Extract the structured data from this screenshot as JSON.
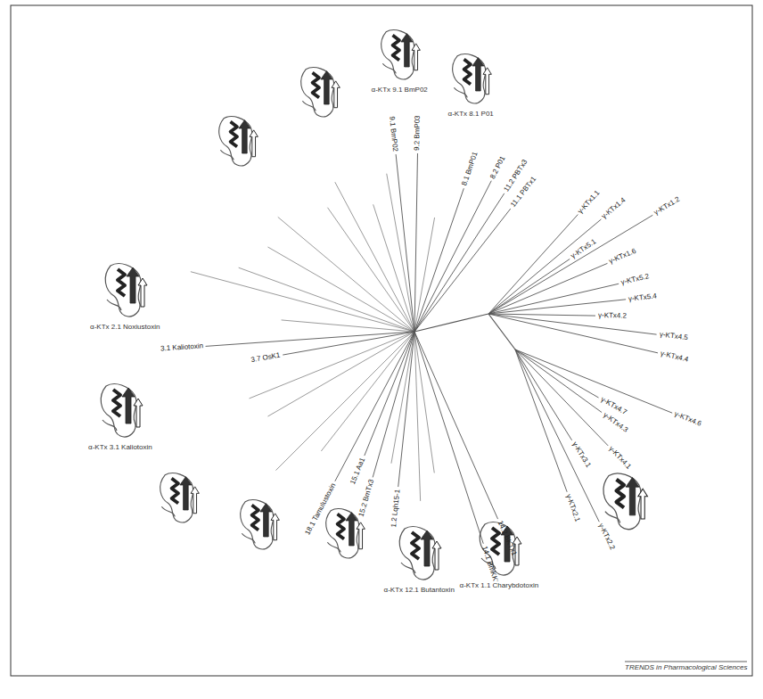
{
  "diagram": {
    "labels": [
      "γ-KTx1.1",
      "γ-KTx1.4",
      "γ-KTx1.2",
      "γ-KTx1.6",
      "γ-KTx5.1",
      "γ-KTx5.2",
      "γ-KTx5.4",
      "γ-KTx4.2",
      "γ-KTx4.5",
      "γ-KTx4.4",
      "γ-KTx4.6",
      "γ-KTx4.3",
      "γ-KTx4.7",
      "γ-KTx4.1",
      "γ-KTx3.1",
      "γ-KTx2.1",
      "γ-KTx2.2",
      "14.2 BKTx1",
      "14.1 BmKK1",
      "1.2 Lqh15-1",
      "15.1 Aa1",
      "15.2 BmTx3",
      "18.1 Tamulustoxin",
      "3.7 OsK1",
      "3.1 Kaliotoxin",
      "9.1 BmP02",
      "9.2 BmP03",
      "8.1 BmP01",
      "8.2 P01",
      "11.1 PBTx1",
      "11.2 PBTx3",
      "α-KTx 9.1 BmP02",
      "α-KTx 8.1 P01",
      "α-KTx 2.1 Noxiustoxin",
      "α-KTx 3.1 Kaliotoxin",
      "α-KTx 12.1 Butantoxin",
      "α-KTx 1.1 Charybdotoxin",
      "TRENDS in Pharmacological Sciences"
    ]
  }
}
